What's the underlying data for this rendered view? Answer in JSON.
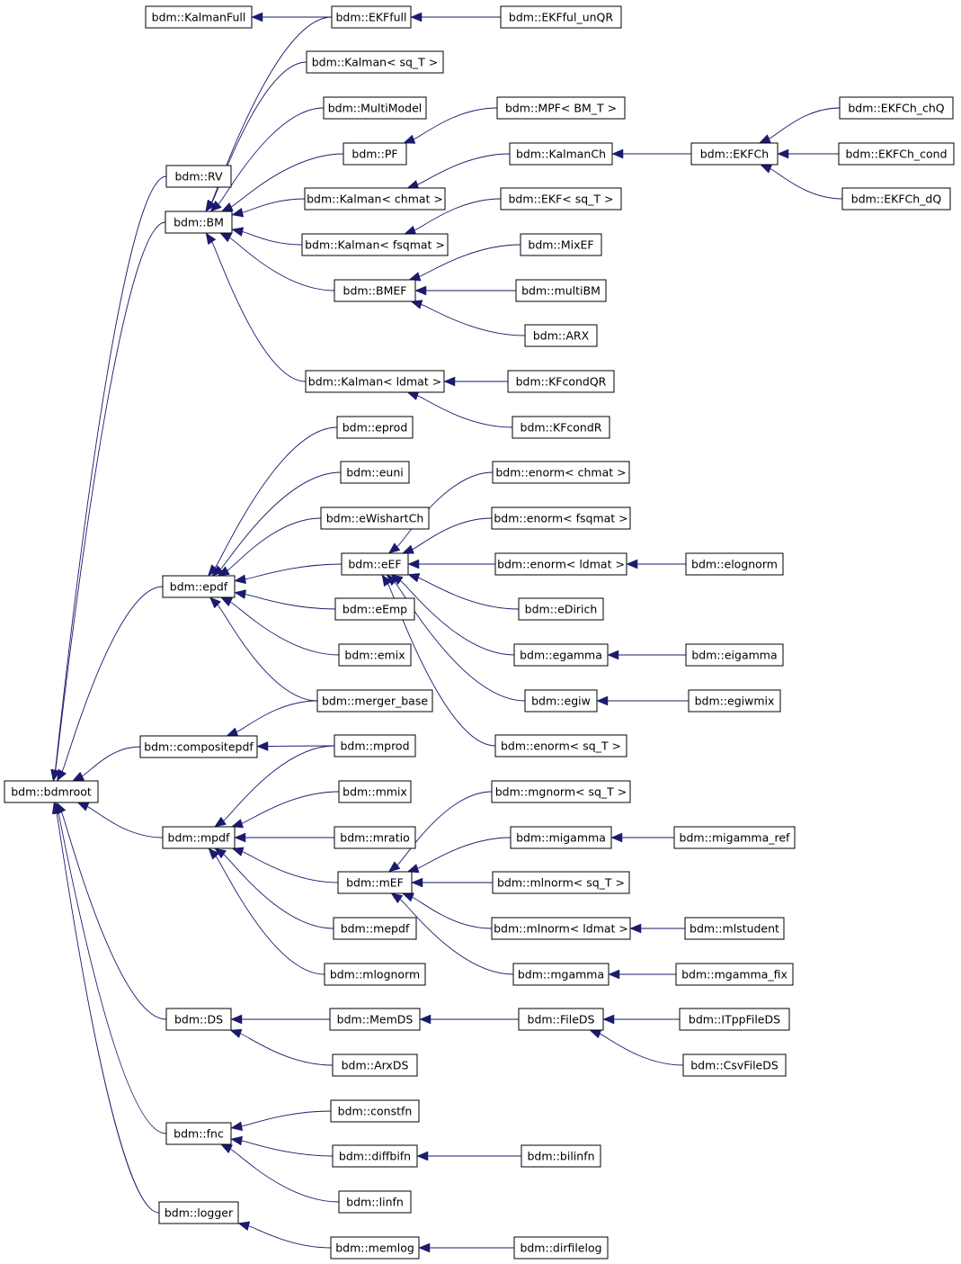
{
  "diagram": {
    "type": "class-inheritance-graph",
    "colors": {
      "edge": "#1a1a6e",
      "node_border": "#000000",
      "node_fill": "#ffffff",
      "background": "#ffffff"
    },
    "nodes": [
      {
        "id": "bdmroot",
        "label": "bdm::bdmroot"
      },
      {
        "id": "RV",
        "label": "bdm::RV"
      },
      {
        "id": "BM",
        "label": "bdm::BM"
      },
      {
        "id": "epdf",
        "label": "bdm::epdf"
      },
      {
        "id": "compositepdf",
        "label": "bdm::compositepdf"
      },
      {
        "id": "mpdf",
        "label": "bdm::mpdf"
      },
      {
        "id": "DS",
        "label": "bdm::DS"
      },
      {
        "id": "fnc",
        "label": "bdm::fnc"
      },
      {
        "id": "logger",
        "label": "bdm::logger"
      },
      {
        "id": "KalmanFull",
        "label": "bdm::KalmanFull"
      },
      {
        "id": "EKFfull",
        "label": "bdm::EKFfull"
      },
      {
        "id": "EKFful_unQR",
        "label": "bdm::EKFful_unQR"
      },
      {
        "id": "Kalman_sq_T",
        "label": "bdm::Kalman< sq_T >"
      },
      {
        "id": "MultiModel",
        "label": "bdm::MultiModel"
      },
      {
        "id": "PF",
        "label": "bdm::PF"
      },
      {
        "id": "MPF",
        "label": "bdm::MPF< BM_T >"
      },
      {
        "id": "Kalman_chmat",
        "label": "bdm::Kalman< chmat >"
      },
      {
        "id": "KalmanCh",
        "label": "bdm::KalmanCh"
      },
      {
        "id": "EKFCh",
        "label": "bdm::EKFCh"
      },
      {
        "id": "EKFCh_chQ",
        "label": "bdm::EKFCh_chQ"
      },
      {
        "id": "EKFCh_cond",
        "label": "bdm::EKFCh_cond"
      },
      {
        "id": "EKFCh_dQ",
        "label": "bdm::EKFCh_dQ"
      },
      {
        "id": "Kalman_fsqmat",
        "label": "bdm::Kalman< fsqmat >"
      },
      {
        "id": "EKF_sq_T",
        "label": "bdm::EKF< sq_T >"
      },
      {
        "id": "BMEF",
        "label": "bdm::BMEF"
      },
      {
        "id": "MixEF",
        "label": "bdm::MixEF"
      },
      {
        "id": "multiBM",
        "label": "bdm::multiBM"
      },
      {
        "id": "ARX",
        "label": "bdm::ARX"
      },
      {
        "id": "Kalman_ldmat",
        "label": "bdm::Kalman< ldmat >"
      },
      {
        "id": "KFcondQR",
        "label": "bdm::KFcondQR"
      },
      {
        "id": "KFcondR",
        "label": "bdm::KFcondR"
      },
      {
        "id": "eprod",
        "label": "bdm::eprod"
      },
      {
        "id": "euni",
        "label": "bdm::euni"
      },
      {
        "id": "eWishartCh",
        "label": "bdm::eWishartCh"
      },
      {
        "id": "eEF",
        "label": "bdm::eEF"
      },
      {
        "id": "enorm_chmat",
        "label": "bdm::enorm< chmat >"
      },
      {
        "id": "enorm_fsqmat",
        "label": "bdm::enorm< fsqmat >"
      },
      {
        "id": "enorm_ldmat",
        "label": "bdm::enorm< ldmat >"
      },
      {
        "id": "elognorm",
        "label": "bdm::elognorm"
      },
      {
        "id": "eDirich",
        "label": "bdm::eDirich"
      },
      {
        "id": "egamma",
        "label": "bdm::egamma"
      },
      {
        "id": "eigamma",
        "label": "bdm::eigamma"
      },
      {
        "id": "egiw",
        "label": "bdm::egiw"
      },
      {
        "id": "egiwmix",
        "label": "bdm::egiwmix"
      },
      {
        "id": "enorm_sq_T",
        "label": "bdm::enorm< sq_T >"
      },
      {
        "id": "eEmp",
        "label": "bdm::eEmp"
      },
      {
        "id": "emix",
        "label": "bdm::emix"
      },
      {
        "id": "merger_base",
        "label": "bdm::merger_base"
      },
      {
        "id": "mprod",
        "label": "bdm::mprod"
      },
      {
        "id": "mmix",
        "label": "bdm::mmix"
      },
      {
        "id": "mratio",
        "label": "bdm::mratio"
      },
      {
        "id": "mEF",
        "label": "bdm::mEF"
      },
      {
        "id": "mgnorm_sq_T",
        "label": "bdm::mgnorm< sq_T >"
      },
      {
        "id": "migamma",
        "label": "bdm::migamma"
      },
      {
        "id": "migamma_ref",
        "label": "bdm::migamma_ref"
      },
      {
        "id": "mlnorm_sq_T",
        "label": "bdm::mlnorm< sq_T >"
      },
      {
        "id": "mlnorm_ldmat",
        "label": "bdm::mlnorm< ldmat >"
      },
      {
        "id": "mlstudent",
        "label": "bdm::mlstudent"
      },
      {
        "id": "mgamma",
        "label": "bdm::mgamma"
      },
      {
        "id": "mgamma_fix",
        "label": "bdm::mgamma_fix"
      },
      {
        "id": "mepdf",
        "label": "bdm::mepdf"
      },
      {
        "id": "mlognorm",
        "label": "bdm::mlognorm"
      },
      {
        "id": "MemDS",
        "label": "bdm::MemDS"
      },
      {
        "id": "FileDS",
        "label": "bdm::FileDS"
      },
      {
        "id": "ITppFileDS",
        "label": "bdm::ITppFileDS"
      },
      {
        "id": "CsvFileDS",
        "label": "bdm::CsvFileDS"
      },
      {
        "id": "ArxDS",
        "label": "bdm::ArxDS"
      },
      {
        "id": "constfn",
        "label": "bdm::constfn"
      },
      {
        "id": "diffbifn",
        "label": "bdm::diffbifn"
      },
      {
        "id": "bilinfn",
        "label": "bdm::bilinfn"
      },
      {
        "id": "linfn",
        "label": "bdm::linfn"
      },
      {
        "id": "memlog",
        "label": "bdm::memlog"
      },
      {
        "id": "dirfilelog",
        "label": "bdm::dirfilelog"
      }
    ],
    "edges": [
      {
        "from": "RV",
        "to": "bdmroot"
      },
      {
        "from": "BM",
        "to": "bdmroot"
      },
      {
        "from": "epdf",
        "to": "bdmroot"
      },
      {
        "from": "compositepdf",
        "to": "bdmroot"
      },
      {
        "from": "mpdf",
        "to": "bdmroot"
      },
      {
        "from": "DS",
        "to": "bdmroot"
      },
      {
        "from": "fnc",
        "to": "bdmroot"
      },
      {
        "from": "logger",
        "to": "bdmroot"
      },
      {
        "from": "EKFfull",
        "to": "KalmanFull"
      },
      {
        "from": "EKFful_unQR",
        "to": "EKFfull"
      },
      {
        "from": "EKFfull",
        "to": "BM"
      },
      {
        "from": "Kalman_sq_T",
        "to": "BM"
      },
      {
        "from": "MultiModel",
        "to": "BM"
      },
      {
        "from": "PF",
        "to": "BM"
      },
      {
        "from": "MPF",
        "to": "PF"
      },
      {
        "from": "Kalman_chmat",
        "to": "BM"
      },
      {
        "from": "KalmanCh",
        "to": "Kalman_chmat"
      },
      {
        "from": "EKFCh",
        "to": "KalmanCh"
      },
      {
        "from": "EKFCh_chQ",
        "to": "EKFCh"
      },
      {
        "from": "EKFCh_cond",
        "to": "EKFCh"
      },
      {
        "from": "EKFCh_dQ",
        "to": "EKFCh"
      },
      {
        "from": "Kalman_fsqmat",
        "to": "BM"
      },
      {
        "from": "EKF_sq_T",
        "to": "Kalman_fsqmat"
      },
      {
        "from": "BMEF",
        "to": "BM"
      },
      {
        "from": "MixEF",
        "to": "BMEF"
      },
      {
        "from": "multiBM",
        "to": "BMEF"
      },
      {
        "from": "ARX",
        "to": "BMEF"
      },
      {
        "from": "Kalman_ldmat",
        "to": "BM"
      },
      {
        "from": "KFcondQR",
        "to": "Kalman_ldmat"
      },
      {
        "from": "KFcondR",
        "to": "Kalman_ldmat"
      },
      {
        "from": "eprod",
        "to": "epdf"
      },
      {
        "from": "euni",
        "to": "epdf"
      },
      {
        "from": "eWishartCh",
        "to": "epdf"
      },
      {
        "from": "eEF",
        "to": "epdf"
      },
      {
        "from": "enorm_chmat",
        "to": "eEF"
      },
      {
        "from": "enorm_fsqmat",
        "to": "eEF"
      },
      {
        "from": "enorm_ldmat",
        "to": "eEF"
      },
      {
        "from": "elognorm",
        "to": "enorm_ldmat"
      },
      {
        "from": "eDirich",
        "to": "eEF"
      },
      {
        "from": "egamma",
        "to": "eEF"
      },
      {
        "from": "eigamma",
        "to": "egamma"
      },
      {
        "from": "egiw",
        "to": "eEF"
      },
      {
        "from": "egiwmix",
        "to": "egiw"
      },
      {
        "from": "enorm_sq_T",
        "to": "eEF"
      },
      {
        "from": "eEmp",
        "to": "epdf"
      },
      {
        "from": "emix",
        "to": "epdf"
      },
      {
        "from": "merger_base",
        "to": "epdf"
      },
      {
        "from": "merger_base",
        "to": "compositepdf"
      },
      {
        "from": "mprod",
        "to": "compositepdf"
      },
      {
        "from": "mprod",
        "to": "mpdf"
      },
      {
        "from": "mmix",
        "to": "mpdf"
      },
      {
        "from": "mratio",
        "to": "mpdf"
      },
      {
        "from": "mEF",
        "to": "mpdf"
      },
      {
        "from": "mgnorm_sq_T",
        "to": "mEF"
      },
      {
        "from": "migamma",
        "to": "mEF"
      },
      {
        "from": "migamma_ref",
        "to": "migamma"
      },
      {
        "from": "mlnorm_sq_T",
        "to": "mEF"
      },
      {
        "from": "mlnorm_ldmat",
        "to": "mEF"
      },
      {
        "from": "mlstudent",
        "to": "mlnorm_ldmat"
      },
      {
        "from": "mgamma",
        "to": "mEF"
      },
      {
        "from": "mgamma_fix",
        "to": "mgamma"
      },
      {
        "from": "mepdf",
        "to": "mpdf"
      },
      {
        "from": "mlognorm",
        "to": "mpdf"
      },
      {
        "from": "MemDS",
        "to": "DS"
      },
      {
        "from": "FileDS",
        "to": "MemDS"
      },
      {
        "from": "ITppFileDS",
        "to": "FileDS"
      },
      {
        "from": "CsvFileDS",
        "to": "FileDS"
      },
      {
        "from": "ArxDS",
        "to": "DS"
      },
      {
        "from": "constfn",
        "to": "fnc"
      },
      {
        "from": "diffbifn",
        "to": "fnc"
      },
      {
        "from": "bilinfn",
        "to": "diffbifn"
      },
      {
        "from": "linfn",
        "to": "fnc"
      },
      {
        "from": "memlog",
        "to": "logger"
      },
      {
        "from": "dirfilelog",
        "to": "memlog"
      }
    ]
  }
}
